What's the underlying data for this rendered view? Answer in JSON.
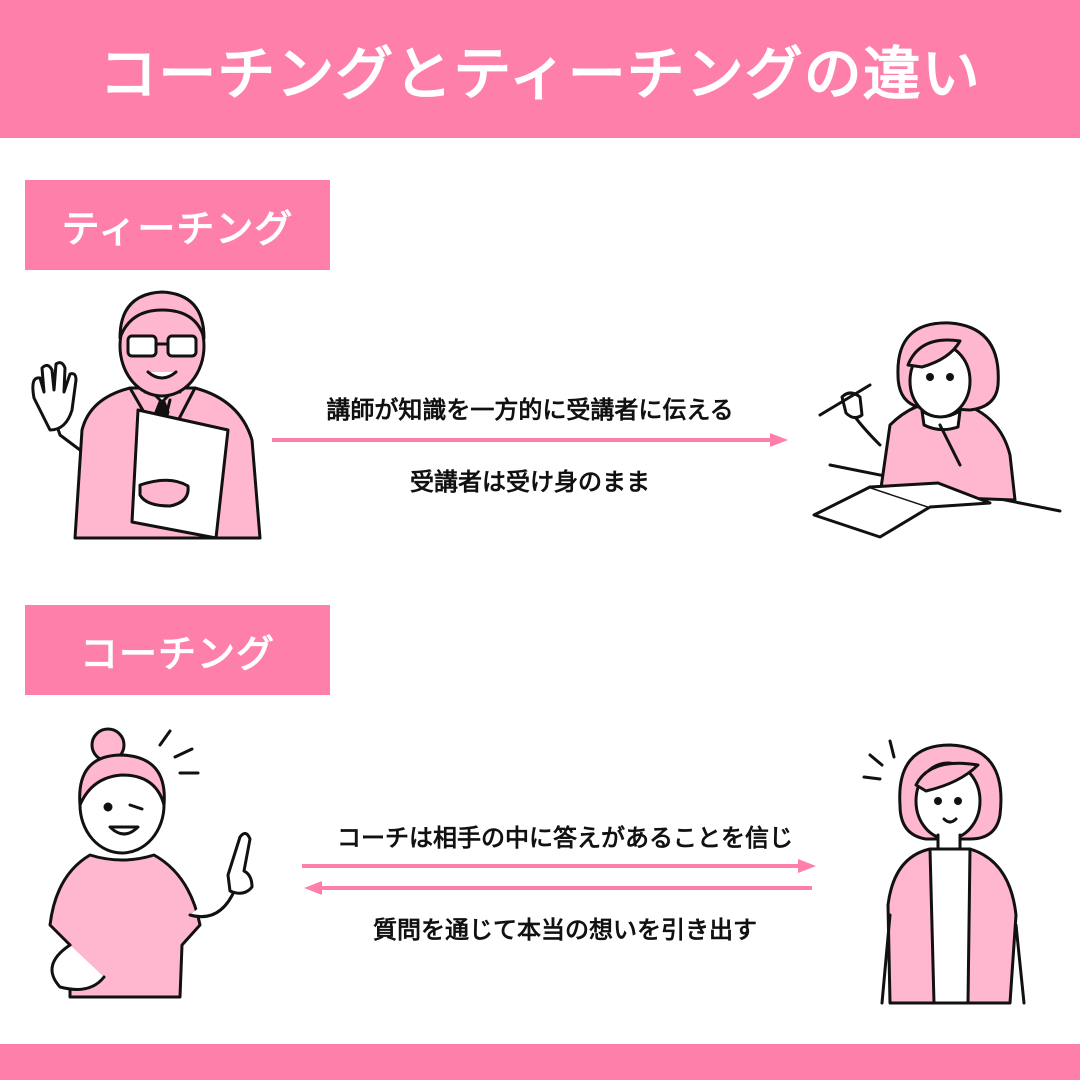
{
  "page": {
    "title": "コーチングとティーチングの違い",
    "accent_color": "#ff7fab",
    "figure_fill": "#ffb6cf"
  },
  "teaching": {
    "label": "ティーチング",
    "line1": "講師が知識を一方的に受講者に伝える",
    "line2": "受講者は受け身のまま",
    "arrow": "one-way-right-arrow",
    "left_figure": "teacher-with-clipboard",
    "right_figure": "student-writing-in-notebook"
  },
  "coaching": {
    "label": "コーチング",
    "line1": "コーチは相手の中に答えがあることを信じ",
    "line2": "質問を通じて本当の想いを引き出す",
    "arrow": "two-way-arrows",
    "left_figure": "coach-pointing-up",
    "right_figure": "client-thinking"
  }
}
